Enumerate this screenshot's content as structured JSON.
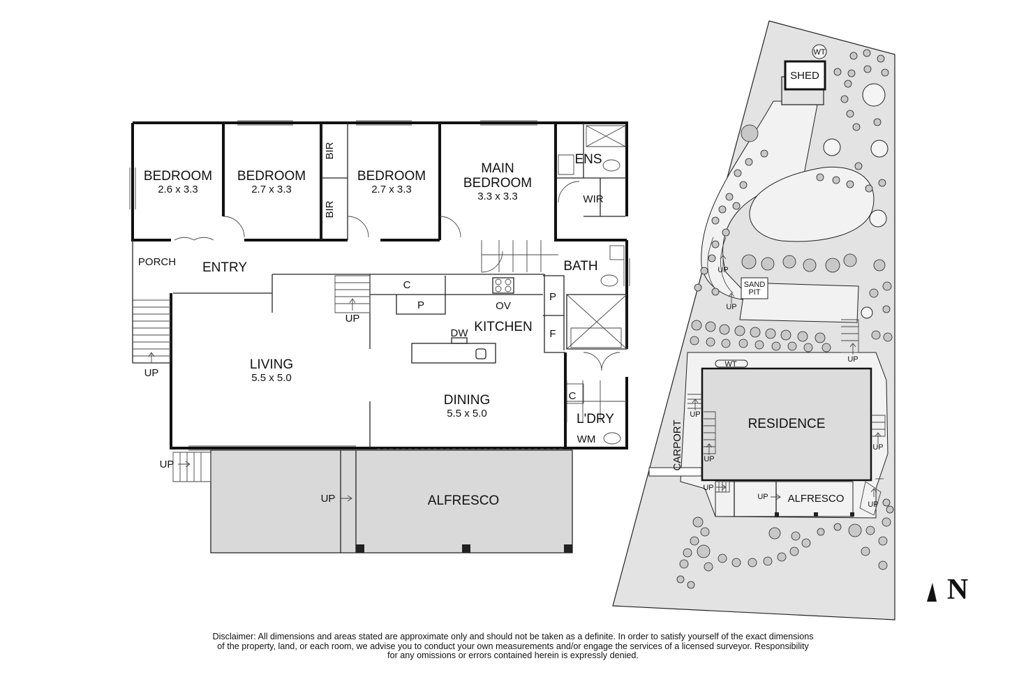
{
  "rooms": {
    "bedroom1": {
      "name": "BEDROOM",
      "size": "2.6 x 3.3"
    },
    "bedroom2": {
      "name": "BEDROOM",
      "size": "2.7 x 3.3"
    },
    "bedroom3": {
      "name": "BEDROOM",
      "size": "2.7 x 3.3"
    },
    "main_bedroom": {
      "name_line1": "MAIN",
      "name_line2": "BEDROOM",
      "size": "3.3 x 3.3"
    },
    "living": {
      "name": "LIVING",
      "size": "5.5 x 5.0"
    },
    "dining": {
      "name": "DINING",
      "size": "5.5 x 5.0"
    },
    "kitchen": "KITCHEN",
    "entry": "ENTRY",
    "porch": "PORCH",
    "bath": "BATH",
    "ens": "ENS",
    "wir": "WIR",
    "laundry": "L'DRY",
    "alfresco": "ALFRESCO"
  },
  "fixtures": {
    "bir": "BIR",
    "c": "C",
    "p": "P",
    "ov": "OV",
    "dw": "DW",
    "f": "F",
    "wm": "WM",
    "up": "UP"
  },
  "site": {
    "shed": "SHED",
    "wt": "WT",
    "sand_pit_line1": "SAND",
    "sand_pit_line2": "PIT",
    "residence": "RESIDENCE",
    "carport": "CARPORT",
    "alfresco": "ALFRESCO",
    "up": "UP"
  },
  "north": "N",
  "disclaimer": [
    "Disclaimer: All dimensions and areas stated are approximate only and should not be taken as a definite. In order to satisfy yourself of the exact dimensions",
    "of the property, land, or each room, we advise you to conduct your own measurements and/or engage the services of a licensed surveyor. Responsibility",
    "for any omissions or errors contained herein is expressly denied."
  ]
}
